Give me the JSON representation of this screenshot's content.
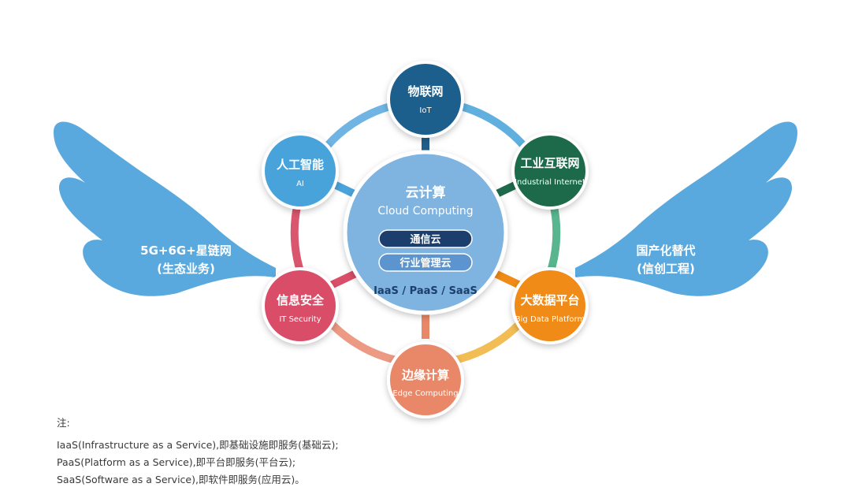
{
  "left_wing": {
    "line1": "5G+6G+星链网",
    "line2": "(生态业务)",
    "color": "#5aa9de"
  },
  "right_wing": {
    "line1": "国产化替代",
    "line2": "(信创工程)",
    "color": "#5aa9de"
  },
  "center": {
    "title": "云计算",
    "subtitle": "Cloud Computing",
    "pill_1": "通信云",
    "pill_2": "行业管理云",
    "services": "IaaS / PaaS / SaaS",
    "color": "#7fb3e0"
  },
  "nodes": [
    {
      "key": "iot",
      "title": "物联网",
      "subtitle": "IoT",
      "color": "#1f5f8c"
    },
    {
      "key": "industrial",
      "title": "工业互联网",
      "subtitle": "Industrial Internet",
      "color": "#1e6a4a"
    },
    {
      "key": "bigdata",
      "title": "大数据平台",
      "subtitle": "Big Data Platform",
      "color": "#ef8b16"
    },
    {
      "key": "edge",
      "title": "边缘计算",
      "subtitle": "Edge Computing",
      "color": "#e98868"
    },
    {
      "key": "security",
      "title": "信息安全",
      "subtitle": "IT Security",
      "color": "#d94e68"
    },
    {
      "key": "ai",
      "title": "人工智能",
      "subtitle": "AI",
      "color": "#4aa3db"
    }
  ],
  "notes": {
    "title": "注:",
    "lines": [
      "IaaS(Infrastructure as a Service),即基础设施即服务(基础云);",
      "PaaS(Platform as a Service),即平台即服务(平台云);",
      "SaaS(Software as a Service),即软件即服务(应用云)。"
    ]
  }
}
